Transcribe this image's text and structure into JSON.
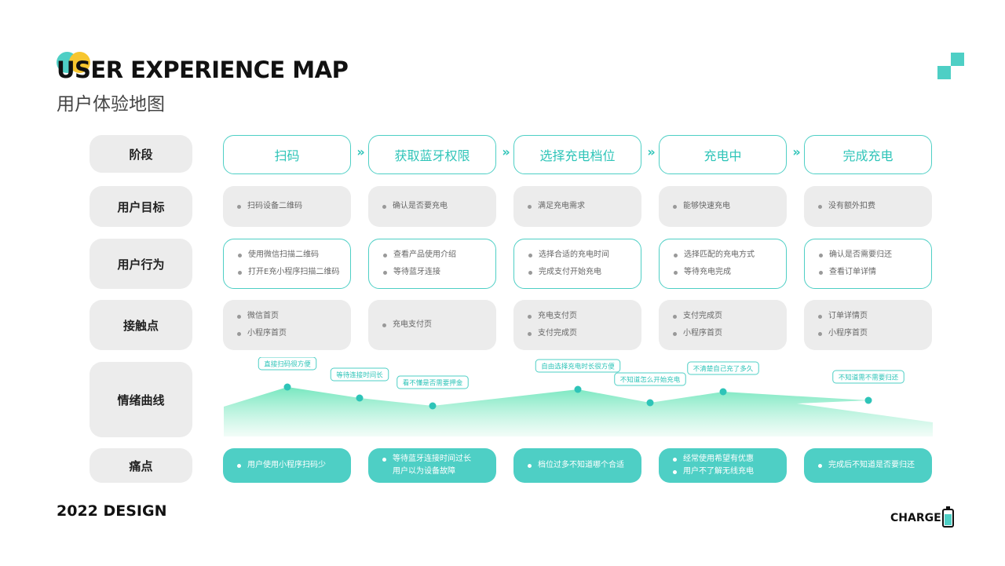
{
  "header": {
    "title_en": "USER EXPERIENCE MAP",
    "title_cn": "用户体验地图"
  },
  "footer": {
    "left": "2022 DESIGN",
    "right": "CHARGE"
  },
  "colors": {
    "accent": "#4ecfc5",
    "accent_text": "#2ec4b8",
    "yellow": "#f7c62f",
    "cell_grey": "#ececec"
  },
  "row_labels": {
    "stage": "阶段",
    "goal": "用户目标",
    "action": "用户行为",
    "touch": "接触点",
    "emotion": "情绪曲线",
    "pain": "痛点"
  },
  "chevron": "»",
  "stages": [
    "扫码",
    "获取蓝牙权限",
    "选择充电档位",
    "充电中",
    "完成充电"
  ],
  "goals": [
    [
      "扫码设备二维码"
    ],
    [
      "确认是否要充电"
    ],
    [
      "满足充电需求"
    ],
    [
      "能够快速充电"
    ],
    [
      "没有额外扣费"
    ]
  ],
  "actions": [
    [
      "使用微信扫描二维码",
      "打开E充小程序扫描二维码"
    ],
    [
      "查看产品使用介绍",
      "等待蓝牙连接"
    ],
    [
      "选择合适的充电时间",
      "完成支付开始充电"
    ],
    [
      "选择匹配的充电方式",
      "等待充电完成"
    ],
    [
      "确认是否需要归还",
      "查看订单详情"
    ]
  ],
  "touchpoints": [
    [
      "微信首页",
      "小程序首页"
    ],
    [
      "充电支付页"
    ],
    [
      "充电支付页",
      "支付完成页"
    ],
    [
      "支付完成页",
      "小程序首页"
    ],
    [
      "订单详情页",
      "小程序首页"
    ]
  ],
  "pains": [
    [
      "用户使用小程序扫码少"
    ],
    [
      "等待蓝牙连接时间过长",
      "用户以为设备故障"
    ],
    [
      "档位过多不知道哪个合适"
    ],
    [
      "经常使用希望有优惠",
      "用户不了解无线充电"
    ],
    [
      "完成后不知道是否要归还"
    ]
  ],
  "emotion_points": [
    {
      "label": "直接扫码很方便",
      "level": 0.62,
      "label_side": "above"
    },
    {
      "label": "等待连接时间长",
      "level": 0.48,
      "label_side": "above"
    },
    {
      "label": "看不懂是否需要押金",
      "level": 0.38,
      "label_side": "above"
    },
    {
      "label": "自由选择充电时长很方便",
      "level": 0.59,
      "label_side": "above"
    },
    {
      "label": "不知道怎么开始充电",
      "level": 0.42,
      "label_side": "above"
    },
    {
      "label": "不清楚自己充了多久",
      "level": 0.56,
      "label_side": "above"
    },
    {
      "label": "不知道需不需要归还",
      "level": 0.45,
      "label_side": "above"
    }
  ]
}
